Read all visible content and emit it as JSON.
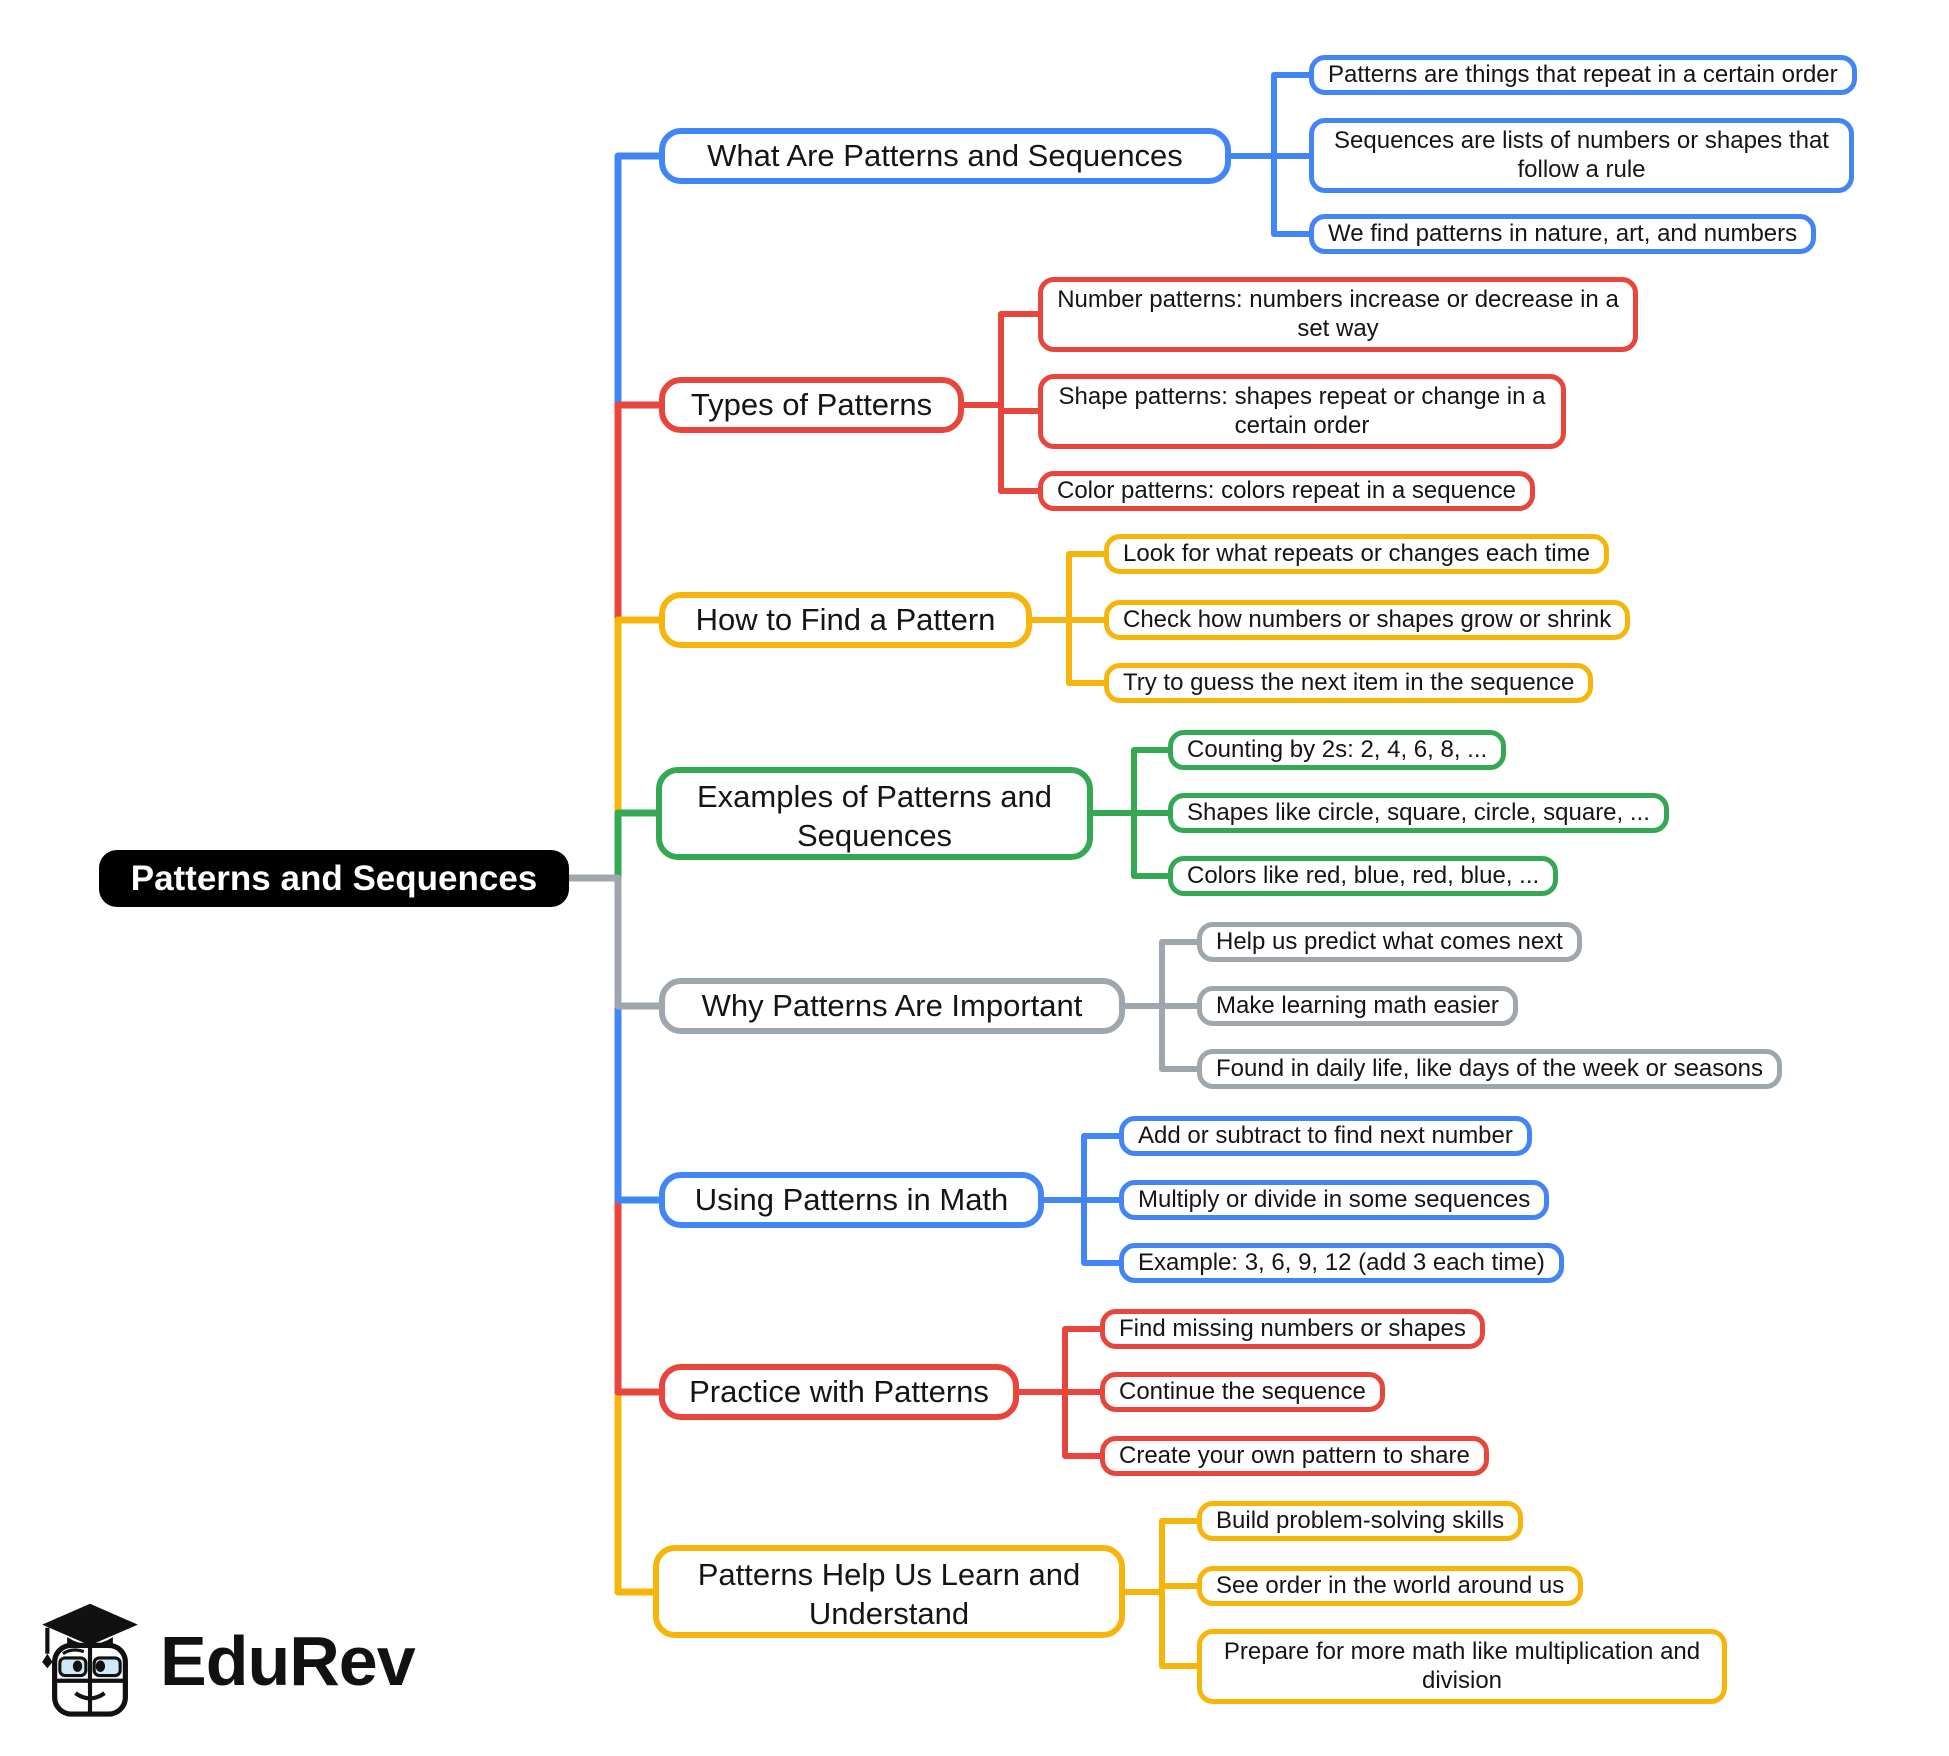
{
  "root": {
    "label": "Patterns and Sequences"
  },
  "branches": [
    {
      "title": "What Are Patterns and Sequences",
      "color": "#4285F4",
      "children": [
        "Patterns are things that repeat in a certain order",
        "Sequences are lists of numbers or shapes that follow a rule",
        "We find patterns in nature, art, and numbers"
      ]
    },
    {
      "title": "Types of Patterns",
      "color": "#E8453C",
      "children": [
        "Number patterns: numbers increase or decrease in a set way",
        "Shape patterns: shapes repeat or change in a certain order",
        "Color patterns: colors repeat in a sequence"
      ]
    },
    {
      "title": "How to Find a Pattern",
      "color": "#F7B50C",
      "children": [
        "Look for what repeats or changes each time",
        "Check how numbers or shapes grow or shrink",
        "Try to guess the next item in the sequence"
      ]
    },
    {
      "title": "Examples of Patterns and Sequences",
      "color": "#34A853",
      "children": [
        "Counting by 2s: 2, 4, 6, 8, ...",
        "Shapes like circle, square, circle, square, ...",
        "Colors like red, blue, red, blue, ..."
      ]
    },
    {
      "title": "Why Patterns Are Important",
      "color": "#9FA6AD",
      "children": [
        "Help us predict what comes next",
        "Make learning math easier",
        "Found in daily life, like days of the week or seasons"
      ]
    },
    {
      "title": "Using Patterns in Math",
      "color": "#4285F4",
      "children": [
        "Add or subtract to find next number",
        "Multiply or divide in some sequences",
        "Example: 3, 6, 9, 12 (add 3 each time)"
      ]
    },
    {
      "title": "Practice with Patterns",
      "color": "#E8453C",
      "children": [
        "Find missing numbers or shapes",
        "Continue the sequence",
        "Create your own pattern to share"
      ]
    },
    {
      "title": "Patterns Help Us Learn and Understand",
      "color": "#F7B50C",
      "children": [
        "Build problem-solving skills",
        "See order in the world around us",
        "Prepare for more math like multiplication and division"
      ]
    }
  ],
  "palette": {
    "blue": "#4285F4",
    "red": "#E8453C",
    "yellow": "#F7B50C",
    "green": "#34A853",
    "gray": "#9FA6AD",
    "root_bg": "#000000",
    "root_text": "#ffffff"
  },
  "logo": {
    "brand": "EduRev"
  }
}
